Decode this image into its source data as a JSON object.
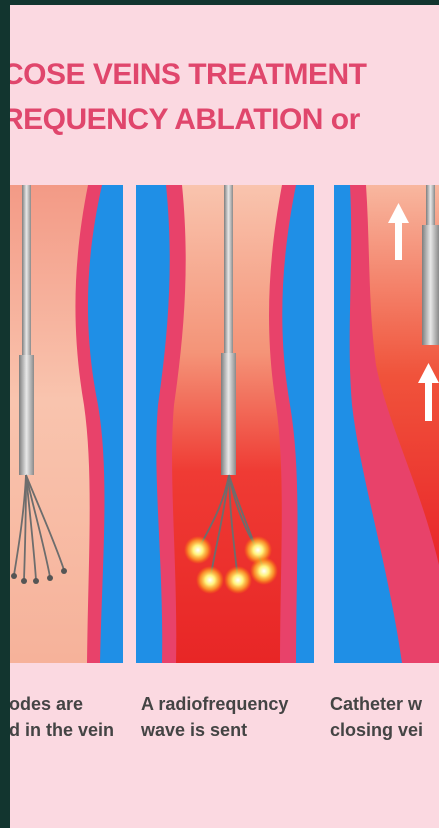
{
  "title": {
    "line1": "COSE VEINS TREATMENT",
    "line2": "REQUENCY ABLATION or"
  },
  "captions": [
    {
      "line1": "odes are",
      "line2": "d in the vein"
    },
    {
      "line1": "A radiofrequency",
      "line2": "wave is sent"
    },
    {
      "line1": "Catheter w",
      "line2": "closing vei"
    }
  ],
  "colors": {
    "background": "#fbd9e1",
    "frame": "#12352f",
    "title": "#e0466c",
    "tissue_blue": "#1f8fe6",
    "vein_wall": "#e8426a",
    "vein_interior": "#f5a98d",
    "heat_red": "#ef2b2b",
    "catheter": "#9a9a9a",
    "caption": "#444444"
  },
  "icons": [
    "spark-icon",
    "arrow-up-icon"
  ]
}
